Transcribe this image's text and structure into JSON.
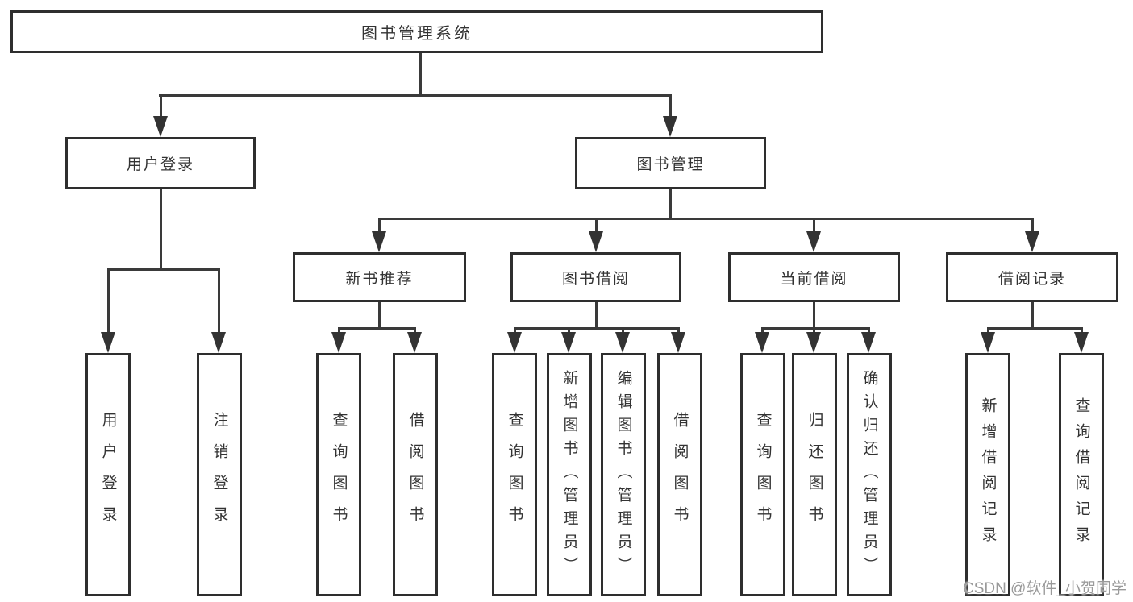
{
  "nodes": {
    "root": "图书管理系统",
    "level2": {
      "user_login": "用户登录",
      "book_mgmt": "图书管理"
    },
    "level3": {
      "new_rec": "新书推荐",
      "book_borrow": "图书借阅",
      "current_borrow": "当前借阅",
      "borrow_record": "借阅记录"
    },
    "leaves": {
      "user_login": "用户登录",
      "logout": "注销登录",
      "rec_query": "查询图书",
      "rec_borrow": "借阅图书",
      "borrow_query": "查询图书",
      "borrow_add": "新增图书（管理员）",
      "borrow_edit": "编辑图书（管理员）",
      "borrow_borrow": "借阅图书",
      "cur_query": "查询图书",
      "cur_return": "归还图书",
      "cur_confirm": "确认归还（管理员）",
      "record_add": "新增借阅记录",
      "record_query": "查询借阅记录"
    }
  },
  "watermark": "CSDN @软件_小贺同学"
}
